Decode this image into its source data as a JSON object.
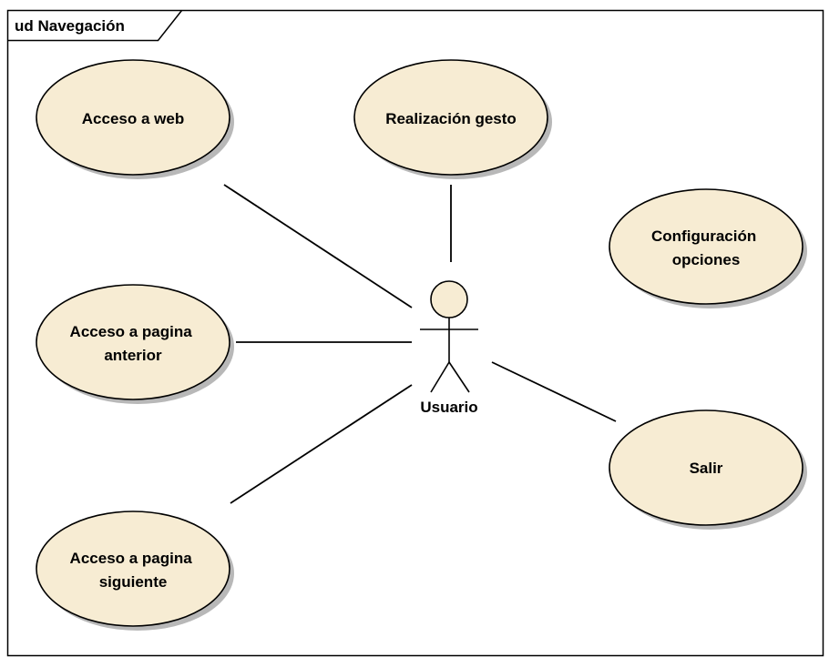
{
  "diagram": {
    "frame_title": "ud Navegación",
    "actor": {
      "label": "Usuario"
    },
    "use_cases": {
      "acceso_web": [
        "Acceso a web"
      ],
      "realizacion_gesto": [
        "Realización gesto"
      ],
      "configuracion_opciones": [
        "Configuración",
        "opciones"
      ],
      "acceso_pagina_anterior": [
        "Acceso a pagina",
        "anterior"
      ],
      "salir": [
        "Salir"
      ],
      "acceso_pagina_siguiente": [
        "Acceso a pagina",
        "siguiente"
      ]
    },
    "colors": {
      "use_case_fill": "#f7ecd3",
      "stroke": "#000000",
      "shadow": "#b8b8b8",
      "background": "#ffffff"
    }
  }
}
